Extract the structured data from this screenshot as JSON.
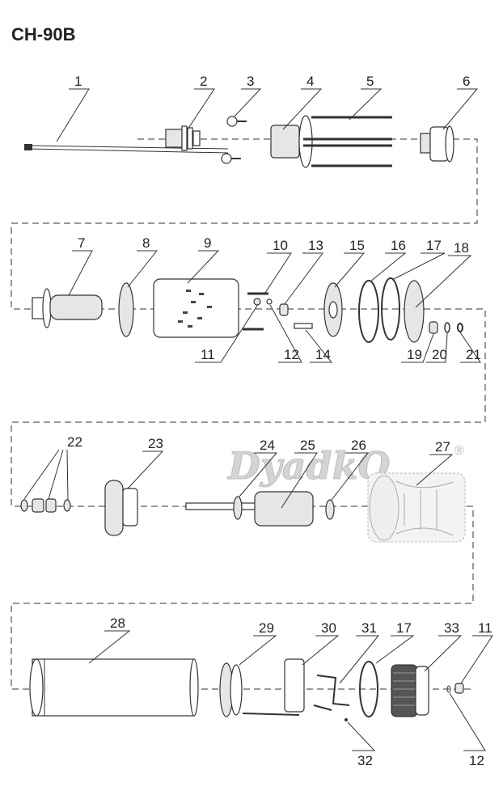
{
  "title": "CH-90B",
  "watermark": {
    "text": "DyadkO",
    "mark": "®"
  },
  "labels": [
    "1",
    "2",
    "3",
    "4",
    "5",
    "6",
    "7",
    "8",
    "9",
    "10",
    "13",
    "15",
    "16",
    "17",
    "18",
    "11",
    "12",
    "14",
    "19",
    "20",
    "21",
    "22",
    "23",
    "24",
    "25",
    "26",
    "27",
    "28",
    "29",
    "30",
    "31",
    "17",
    "33",
    "11",
    "32",
    "12"
  ]
}
